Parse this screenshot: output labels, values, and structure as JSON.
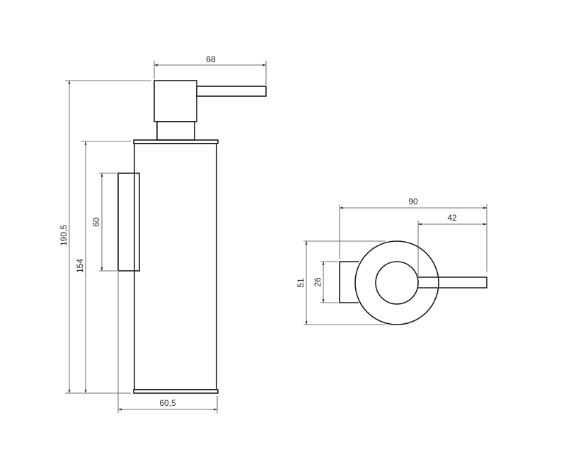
{
  "side_view": {
    "dims": {
      "spout_reach": "68",
      "total_height": "190,5",
      "bottle_height": "154",
      "bracket_height": "60",
      "bottle_diameter": "60,5"
    }
  },
  "top_view": {
    "dims": {
      "total_depth": "90",
      "lever_length": "42",
      "outer_diameter": "51",
      "bracket_width": "26"
    }
  }
}
